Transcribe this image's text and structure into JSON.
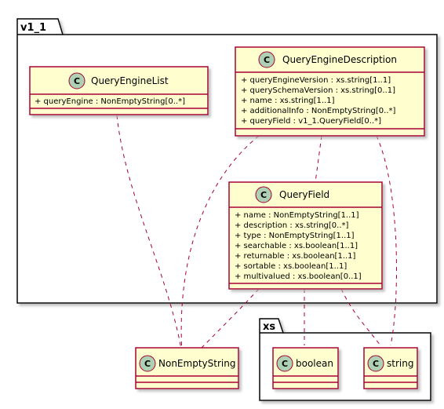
{
  "packages": {
    "v1_1": {
      "name": "v1_1"
    },
    "xs": {
      "name": "xs"
    }
  },
  "class_badge_letter": "C",
  "classes": {
    "query_engine_list": {
      "name": "QueryEngineList",
      "attributes": [
        "+ queryEngine : NonEmptyString[0..*]"
      ]
    },
    "query_engine_description": {
      "name": "QueryEngineDescription",
      "attributes": [
        "+ queryEngineVersion : xs.string[1..1]",
        "+ querySchemaVersion : xs.string[0..1]",
        "+ name : xs.string[1..1]",
        "+ additionalInfo : NonEmptyString[0..*]",
        "+ queryField : v1_1.QueryField[0..*]"
      ]
    },
    "query_field": {
      "name": "QueryField",
      "attributes": [
        "+ name : NonEmptyString[1..1]",
        "+ description : xs.string[0..*]",
        "+ type : NonEmptyString[1..1]",
        "+ searchable : xs.boolean[1..1]",
        "+ returnable : xs.boolean[1..1]",
        "+ sortable : xs.boolean[1..1]",
        "+ multivalued : xs.boolean[0..1]"
      ]
    },
    "non_empty_string": {
      "name": "NonEmptyString",
      "attributes": []
    },
    "boolean": {
      "name": "boolean",
      "attributes": []
    },
    "string": {
      "name": "string",
      "attributes": []
    }
  },
  "colors": {
    "class_fill": "#FEFECE",
    "class_border": "#A80036",
    "badge_fill": "#ADD1B2",
    "package_border": "#000000",
    "shadow": "#C8C8C8"
  }
}
